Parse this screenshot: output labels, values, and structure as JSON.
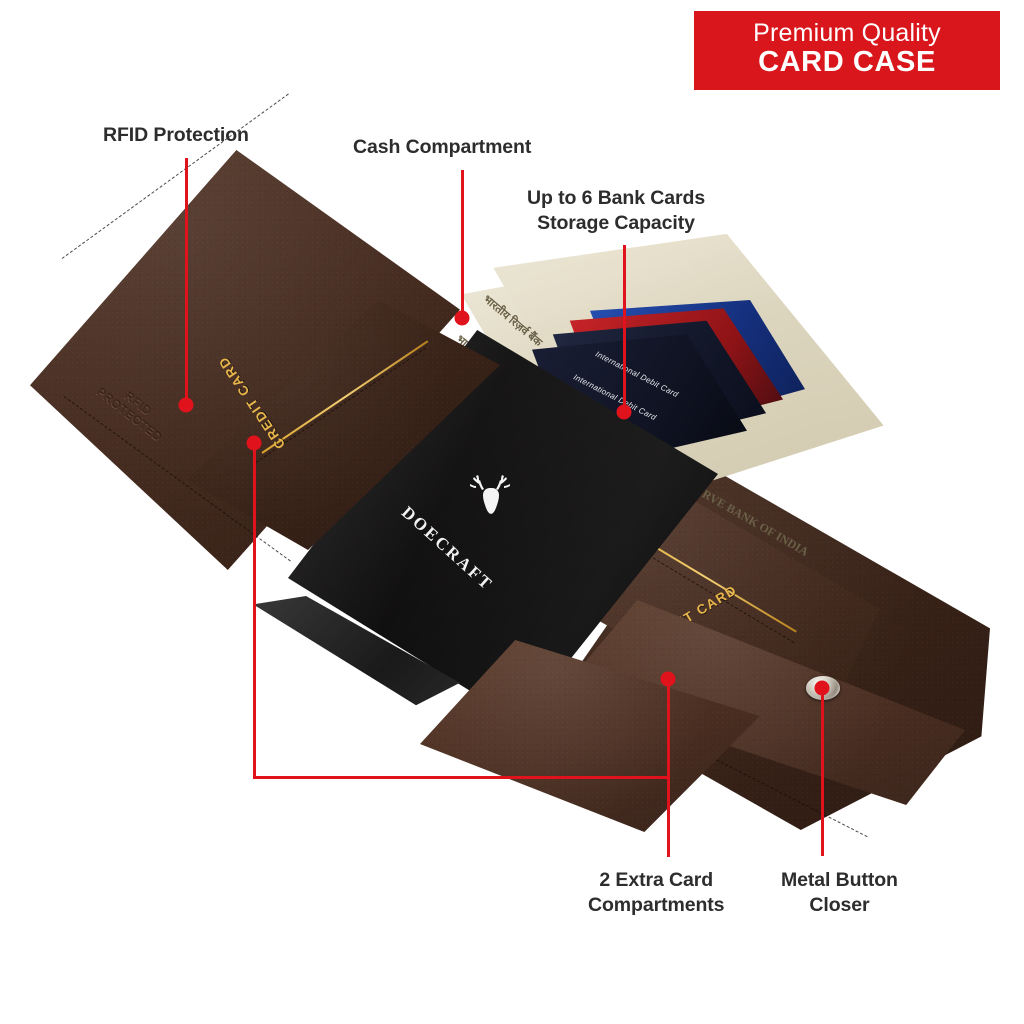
{
  "banner": {
    "line1": "Premium Quality",
    "line2": "CARD CASE",
    "color": "#d9161c"
  },
  "callouts": {
    "rfid": "RFID Protection",
    "cash": "Cash Compartment",
    "bank_cards": "Up to 6 Bank Cards\nStorage Capacity",
    "extra_cards": "2 Extra Card\nCompartments",
    "metal_button": "Metal Button\nCloser"
  },
  "leader_color": "#e0121b",
  "product": {
    "brand": "DOECRAFT",
    "brand_logo_icon": "stag-head-icon",
    "rfid_emboss_line1": "RFID",
    "rfid_emboss_line2": "PROTECTED",
    "card_slot_label_left": "CREDIT CARD",
    "card_slot_label_right": "CREDIT CARD",
    "banknote_text_hindi": "भारतीय रिज़र्व बैंक",
    "banknote_text_english": "RESERVE BANK OF INDIA",
    "bank_card_label": "International Debit Card",
    "card_colors": [
      "#1b3a8c",
      "#b81c20",
      "#14182e",
      "#0f1220"
    ],
    "leather_color": "#4a2e21",
    "holder_color": "#121111",
    "metal_button_color": "#cfcabd"
  }
}
